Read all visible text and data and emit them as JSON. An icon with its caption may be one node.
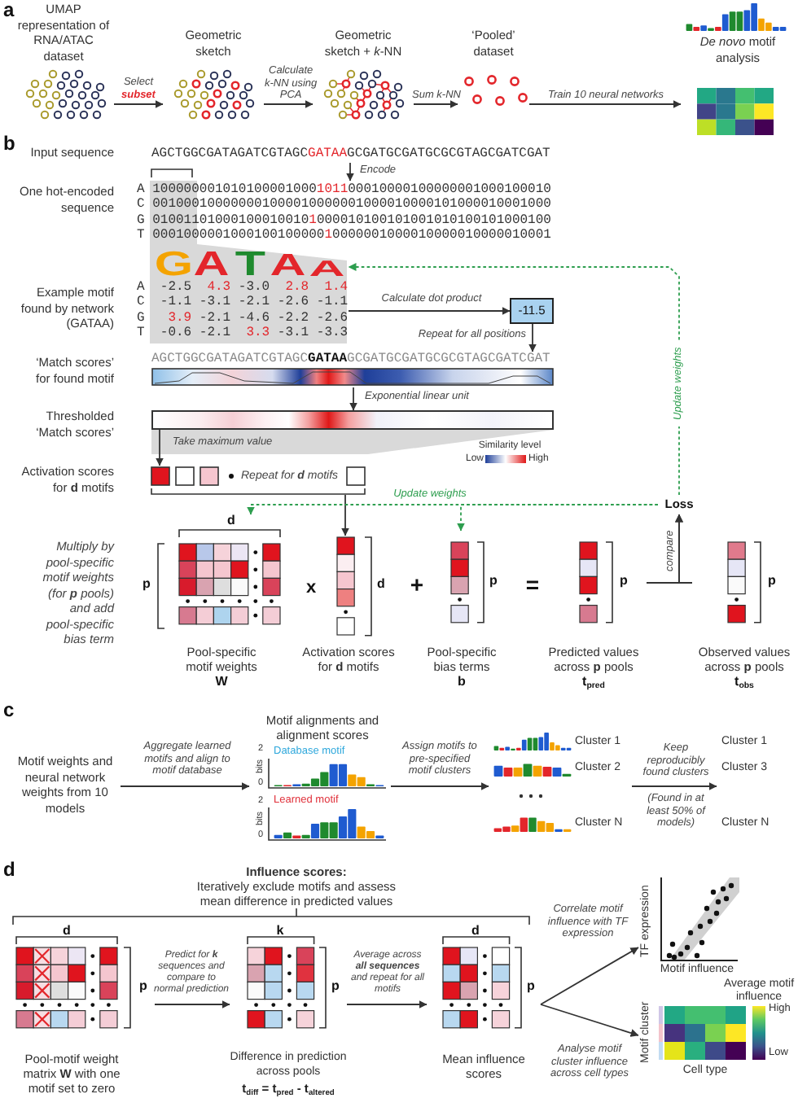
{
  "diagram": {
    "nodes": [
      {
        "text": [
          "UMAP representation of RNA/ATAC dataset"
        ]
      },
      {
        "text": [
          "Geometric sketch"
        ]
      },
      {
        "text": [
          "Geometric sketch + *k*-NN"
        ]
      },
      {
        "text": [
          "‘Pooled’ dataset"
        ]
      },
      {
        "text": [
          "*De novo* motif analysis"
        ]
      },
      {
        "text": [
          "AGCTGGCGATAGATCGTAGC**GATAA**GCGATGCGATGCGCGTAGCGATCGAT"
        ]
      },
      {
        "text": [
          "A 100000001010100001000**1011**00010000100000001000100010",
          "C 001000100000001000010000001000010000101000010001000",
          "G 01001101000100010010**1**000010100101001010100101000100",
          "T 0001000001000100100000**1**0000001000010000010000010001"
        ]
      },
      {
        "text": [
          "GATAA",
          "A -2.5 **4.3** -3.0 **2.8** **1.4**",
          "C -1.1 -3.1 -2.1 -2.6 -1.1",
          "G **3.9** -2.1 -4.6 -2.2 -2.6",
          "T -0.6 -2.1 **3.3** -3.1 -3.3"
        ]
      },
      {
        "text": [
          "-11.5"
        ]
      },
      {
        "text": [
          "AGCTGGCGATAGATCGTAGC**GATAA**GCGATGCGATGCGCGTAGCGATCGAT"
        ]
      },
      {
        "text": [],
        "shape": "bar"
      },
      {
        "text": [
          "Repeat for **d** motifs"
        ]
      },
      {
        "text": [
          "d",
          "p",
          "Pool-specific motif weights",
          "W"
        ]
      },
      {
        "text": [
          "d",
          "Activation scores for **d** motifs"
        ]
      },
      {
        "text": [
          "p",
          "Pool-specific bias terms",
          "b"
        ]
      },
      {
        "text": [
          "p",
          "Predicted values across **p** pools",
          "t$_{pred}$"
        ]
      },
      {
        "text": [
          "p",
          "Observed values across **p** pools",
          "t$_{obs}$"
        ]
      },
      {
        "text": [
          "Loss"
        ]
      },
      {
        "text": [
          "Motif weights and neural network weights from 10 models"
        ]
      },
      {
        "text": [
          "Motif alignments and alignment scores",
          "Database motif",
          "Learned motif"
        ]
      },
      {
        "text": [
          "Cluster 1",
          "Cluster 2",
          "Cluster N"
        ]
      },
      {
        "text": [
          "Cluster 1",
          "Cluster 3",
          "Cluster N"
        ]
      },
      {
        "text": [
          "d",
          "p",
          "Pool-motif weight matrix **W** with one motif set to zero"
        ]
      },
      {
        "text": [
          "k",
          "p",
          "Difference in prediction across pools",
          "t$_{diff}$ = t$_{pred}$ - t$_{altered}$"
        ]
      },
      {
        "text": [
          "d",
          "p",
          "Mean influence scores"
        ]
      },
      {
        "text": [
          "TF expression",
          "Motif influence"
        ]
      },
      {
        "text": [
          "Average motif influence",
          "Motif cluster",
          "High",
          "Low",
          "Cell type"
        ]
      }
    ],
    "edges": [
      {
        "from": 0,
        "to": 1,
        "arrow": "to",
        "label": "Select **subset**"
      },
      {
        "from": 1,
        "to": 2,
        "arrow": "to",
        "label": "Calculate k-NN using PCA"
      },
      {
        "from": 2,
        "to": 3,
        "arrow": "to",
        "label": "Sum k-NN"
      },
      {
        "from": 3,
        "to": 4,
        "arrow": "to",
        "label": "Train 10 neural networks"
      },
      {
        "from": 5,
        "to": 6,
        "arrow": "to",
        "label": "Encode"
      },
      {
        "from": 7,
        "to": 8,
        "arrow": "to",
        "label": "Calculate dot product"
      },
      {
        "from": 8,
        "to": 9,
        "arrow": "to",
        "label": "Repeat for all positions"
      },
      {
        "from": 9,
        "to": 10,
        "arrow": "to",
        "label": "Exponential linear unit"
      },
      {
        "from": 10,
        "to": 11,
        "arrow": "to",
        "label": "Take maximum value"
      },
      {
        "from": 11,
        "to": 13,
        "arrow": "to"
      },
      {
        "from": 15,
        "to": 17,
        "arrow": "to",
        "label": "compare"
      },
      {
        "from": 16,
        "to": 17,
        "arrow": "to"
      },
      {
        "from": 17,
        "to": 12,
        "arrow": "to",
        "style": "dashed",
        "color": "#2e9e4f"
      },
      {
        "from": 17,
        "to": 14,
        "arrow": "to",
        "label": "Update weights",
        "style": "dashed",
        "color": "#2e9e4f"
      },
      {
        "from": 17,
        "to": 7,
        "arrow": "to",
        "label": "Update weights",
        "style": "dashed",
        "color": "#2e9e4f"
      },
      {
        "from": 18,
        "to": 19,
        "arrow": "to",
        "label": "Aggregate learned motifs and align to motif database"
      },
      {
        "from": 19,
        "to": 20,
        "arrow": "to",
        "label": "Assign motifs to pre-specified motif clusters"
      },
      {
        "from": 20,
        "to": 21,
        "arrow": "to",
        "label": "Keep reproducibly found clusters"
      },
      {
        "from": 22,
        "to": 23,
        "arrow": "to",
        "label": "Predict for **k** sequences and compare to normal prediction"
      },
      {
        "from": 23,
        "to": 24,
        "arrow": "to",
        "label": "Average across **all sequences** and repeat for all motifs"
      },
      {
        "from": 24,
        "to": 25,
        "arrow": "to",
        "label": "Correlate motif influence with TF expression"
      },
      {
        "from": 24,
        "to": 26,
        "arrow": "to",
        "label": "Analyse motif cluster influence across cell types"
      }
    ],
    "labels": [
      "a",
      "b",
      "Input sequence",
      "One hot-encoded sequence",
      "Example motif found by network (GATAA)",
      "‘Match scores’ for found motif",
      "Thresholded ‘Match scores’",
      "Similarity level",
      "Low",
      "High",
      "Activation scores for **d** motifs",
      "Multiply by pool-specific motif weights (for **p** pools) and add pool-specific bias term",
      "x",
      "+",
      "=",
      "c",
      "2",
      "bits",
      "0",
      "2",
      "bits",
      "0",
      "(Found in at least 50% of models)",
      "d",
      "**Influence scores:** Iteratively exclude motifs and assess mean difference in predicted values"
    ]
  }
}
